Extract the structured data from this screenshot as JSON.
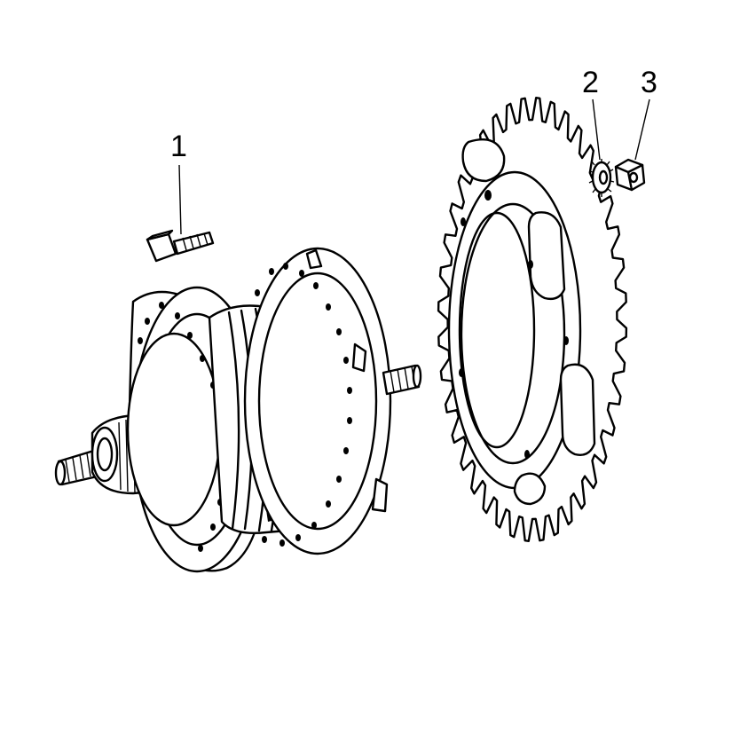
{
  "callouts": [
    {
      "number": "1"
    },
    {
      "number": "2"
    },
    {
      "number": "3"
    }
  ],
  "colors": {
    "ink": "#000000",
    "paper": "#ffffff"
  }
}
